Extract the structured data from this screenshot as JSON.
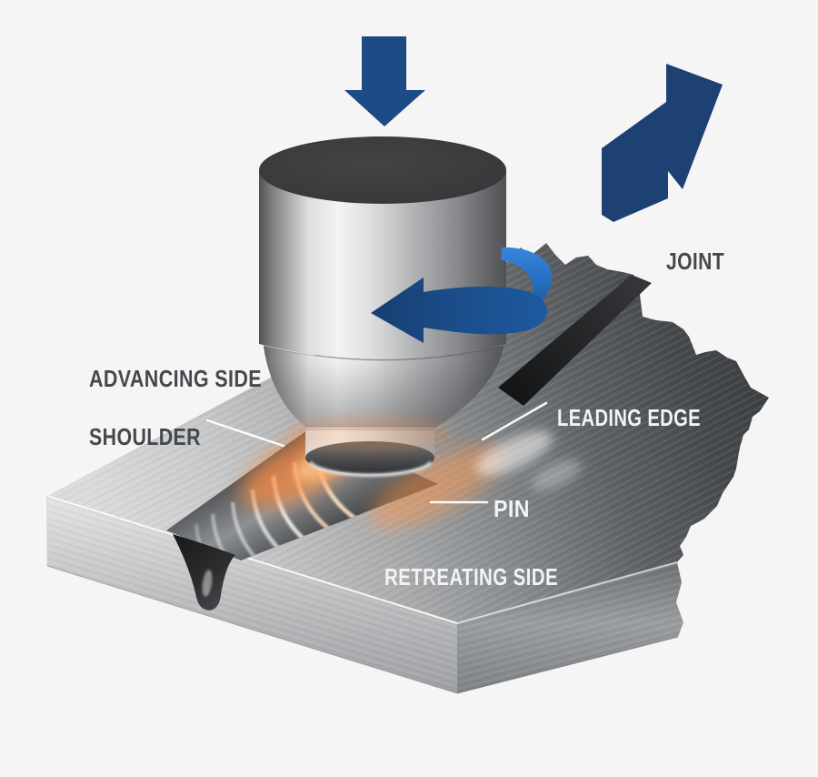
{
  "labels": {
    "advancing_side": "ADVANCING SIDE",
    "shoulder": "SHOULDER",
    "joint": "JOINT",
    "leading_edge": "LEADING EDGE",
    "pin": "PIN",
    "retreating_side": "RETREATING SIDE"
  },
  "colors": {
    "background": "#f5f5f5",
    "plunge_arrow_blue": "#1d4b85",
    "travel_arrow_blue": "#1d4173",
    "rotation_blue_bright": "#2e7cd8",
    "rotation_blue_dark": "#17457c",
    "glow_orange": "#ff8c3f",
    "label_dark": "#45484c",
    "label_light": "#f2f3f4",
    "leader_line": "#ffffff"
  },
  "icons": [
    {
      "name": "plunge-force-arrow-icon",
      "meaning": "downward plunge force on tool"
    },
    {
      "name": "rotation-arrow-icon",
      "meaning": "tool rotation direction"
    },
    {
      "name": "travel-direction-arrow-icon",
      "meaning": "welding travel direction along joint"
    }
  ]
}
